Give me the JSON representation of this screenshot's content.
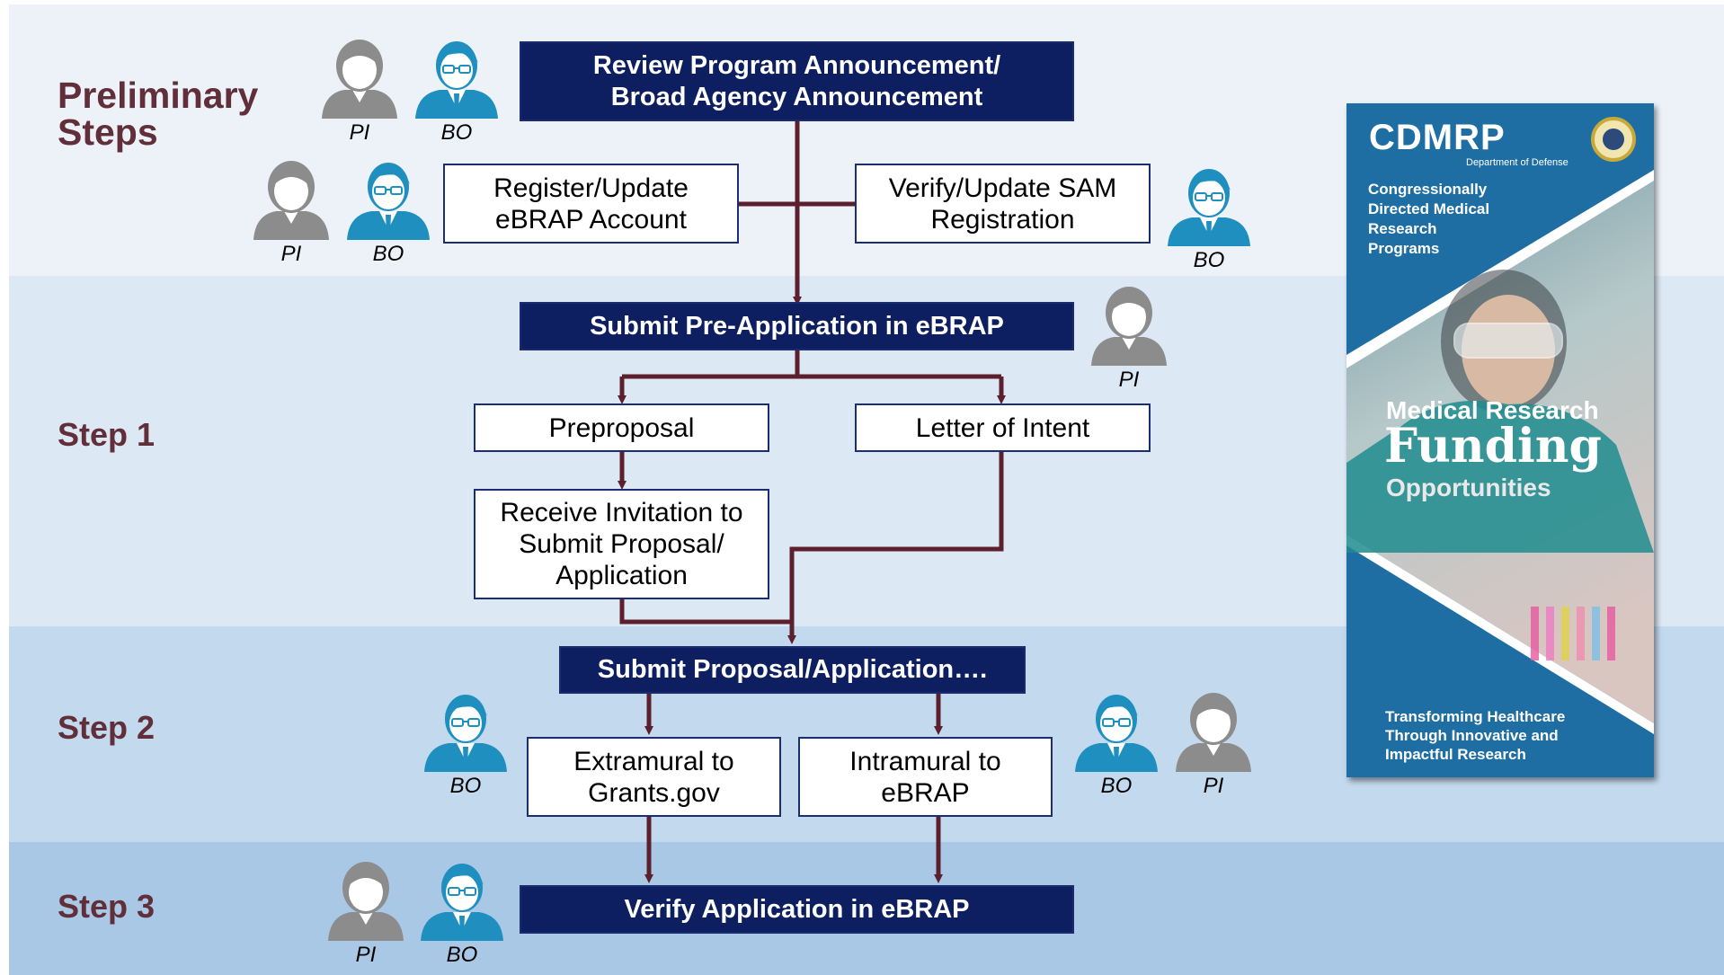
{
  "sections": {
    "preliminary": "Preliminary\nSteps",
    "step1": "Step 1",
    "step2": "Step 2",
    "step3": "Step 3"
  },
  "boxes": {
    "review": "Review Program Announcement/\nBroad Agency Announcement",
    "register": "Register/Update\neBRAP Account",
    "verify_sam": "Verify/Update SAM\nRegistration",
    "submit_pre": "Submit Pre-Application in eBRAP",
    "preproposal": "Preproposal",
    "loi": "Letter of Intent",
    "invitation": "Receive Invitation to\nSubmit Proposal/\nApplication",
    "submit_proposal": "Submit Proposal/Application….",
    "extramural": "Extramural to\nGrants.gov",
    "intramural": "Intramural to\neBRAP",
    "verify_app": "Verify Application in eBRAP"
  },
  "roles": {
    "pi": "PI",
    "bo": "BO"
  },
  "brochure": {
    "logo": "CDMRP",
    "dept": "Department of Defense",
    "program": "Congressionally\nDirected Medical\nResearch\nPrograms",
    "title_top": "Medical Research",
    "title_big": "Funding",
    "title_bottom": "Opportunities",
    "tagline": "Transforming Healthcare\nThrough Innovative and\nImpactful Research"
  },
  "colors": {
    "band1": "#edf2f9",
    "band2": "#dde8f5",
    "band3": "#c3d9ee",
    "band4": "#a8c8e6",
    "dark_box": "#0e1f61",
    "label": "#612f3a",
    "connector": "#5c1f2d",
    "pi_icon": "#8c8c8c",
    "bo_icon": "#1f8fbf",
    "brochure_blue": "#1e6ea3"
  }
}
